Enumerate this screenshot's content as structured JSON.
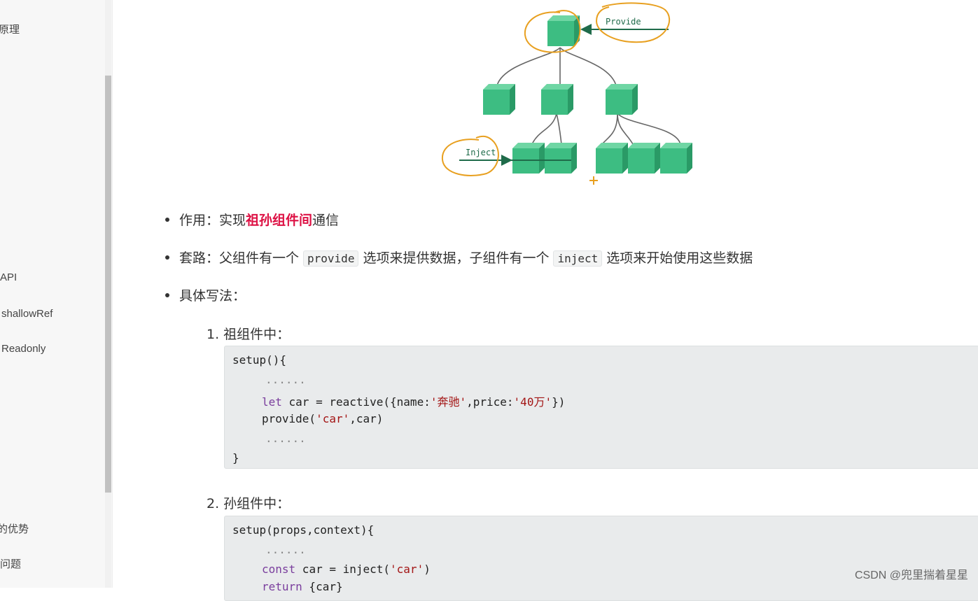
{
  "sidebar": {
    "items": [
      {
        "label": "原理"
      },
      {
        "label": "API"
      },
      {
        "label": "shallowRef"
      },
      {
        "label": "Readonly"
      },
      {
        "label": "的优势"
      },
      {
        "label": "问题"
      }
    ]
  },
  "diagram": {
    "provide_label": "Provide",
    "inject_label": "Inject",
    "plus_mark": "+"
  },
  "bullets": {
    "b1_prefix": "作用：实现",
    "b1_highlight": "祖孙组件间",
    "b1_suffix": "通信",
    "b2_prefix": "套路：父组件有一个",
    "b2_code1": "provide",
    "b2_mid": "选项来提供数据，子组件有一个",
    "b2_code2": "inject",
    "b2_suffix": "选项来开始使用这些数据",
    "b3": "具体写法："
  },
  "steps": {
    "s1": "1. 祖组件中：",
    "s2": "2. 孙组件中："
  },
  "code1": {
    "l1": "setup(){",
    "l2": "......",
    "l3_kw": "let",
    "l3_a": " car = reactive({name:",
    "l3_s1": "'奔驰'",
    "l3_b": ",price:",
    "l3_s2": "'40万'",
    "l3_c": "})",
    "l4_a": "provide(",
    "l4_s": "'car'",
    "l4_b": ",car)",
    "l5": "......",
    "l6": "}"
  },
  "code2": {
    "l1": "setup(props,context){",
    "l2": "......",
    "l3_kw": "const",
    "l3_a": " car = inject(",
    "l3_s": "'car'",
    "l3_b": ")",
    "l4_kw": "return",
    "l4_a": " {car}"
  },
  "watermark": "CSDN @兜里揣着星星",
  "colors": {
    "cube": "#3dbd82",
    "annotation": "#e8a020",
    "arrow": "#1f6b4a",
    "highlight": "#dd1144"
  }
}
